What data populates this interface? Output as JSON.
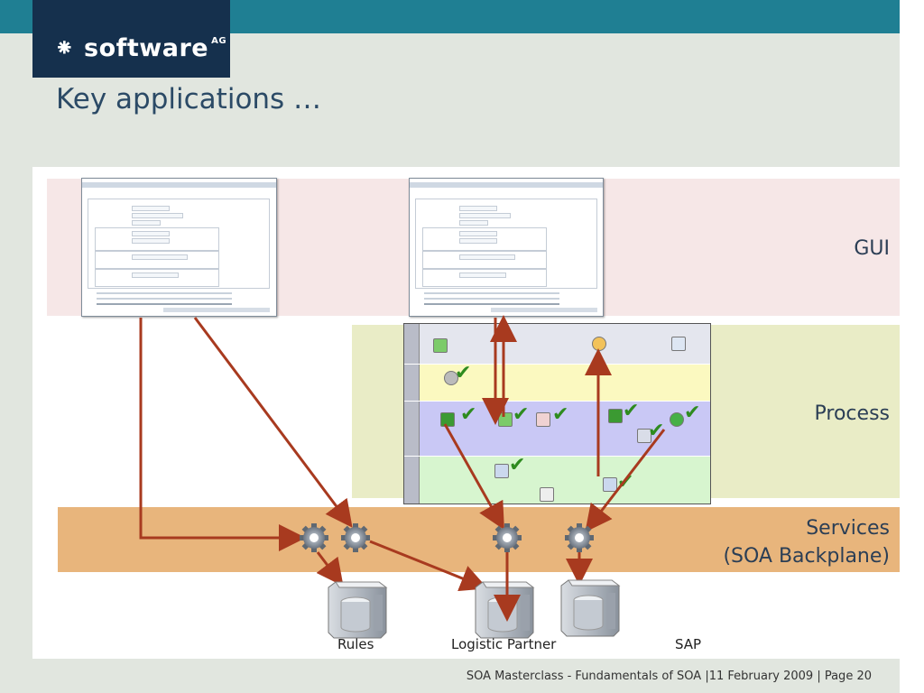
{
  "brand": {
    "name": "software",
    "suffix": "AG"
  },
  "slide": {
    "title": "Key applications …"
  },
  "layers": {
    "gui": "GUI",
    "process": "Process",
    "services_line1": "Services",
    "services_line2": "(SOA Backplane)"
  },
  "servers": {
    "rules": "Rules",
    "logistic": "Logistic Partner",
    "sap": "SAP"
  },
  "footer": "SOA Masterclass - Fundamentals of SOA |11 February 2009 | Page 20",
  "icons": [
    "gear-icon",
    "server-icon",
    "check-icon"
  ],
  "colors": {
    "topbar": "#1f7f93",
    "logo_bg": "#15304d",
    "gui_band": "#f6e7e7",
    "process_band": "#e9ecc6",
    "services_band": "#e8b57c",
    "arrow": "#a83a1f",
    "title": "#2b4a66"
  }
}
